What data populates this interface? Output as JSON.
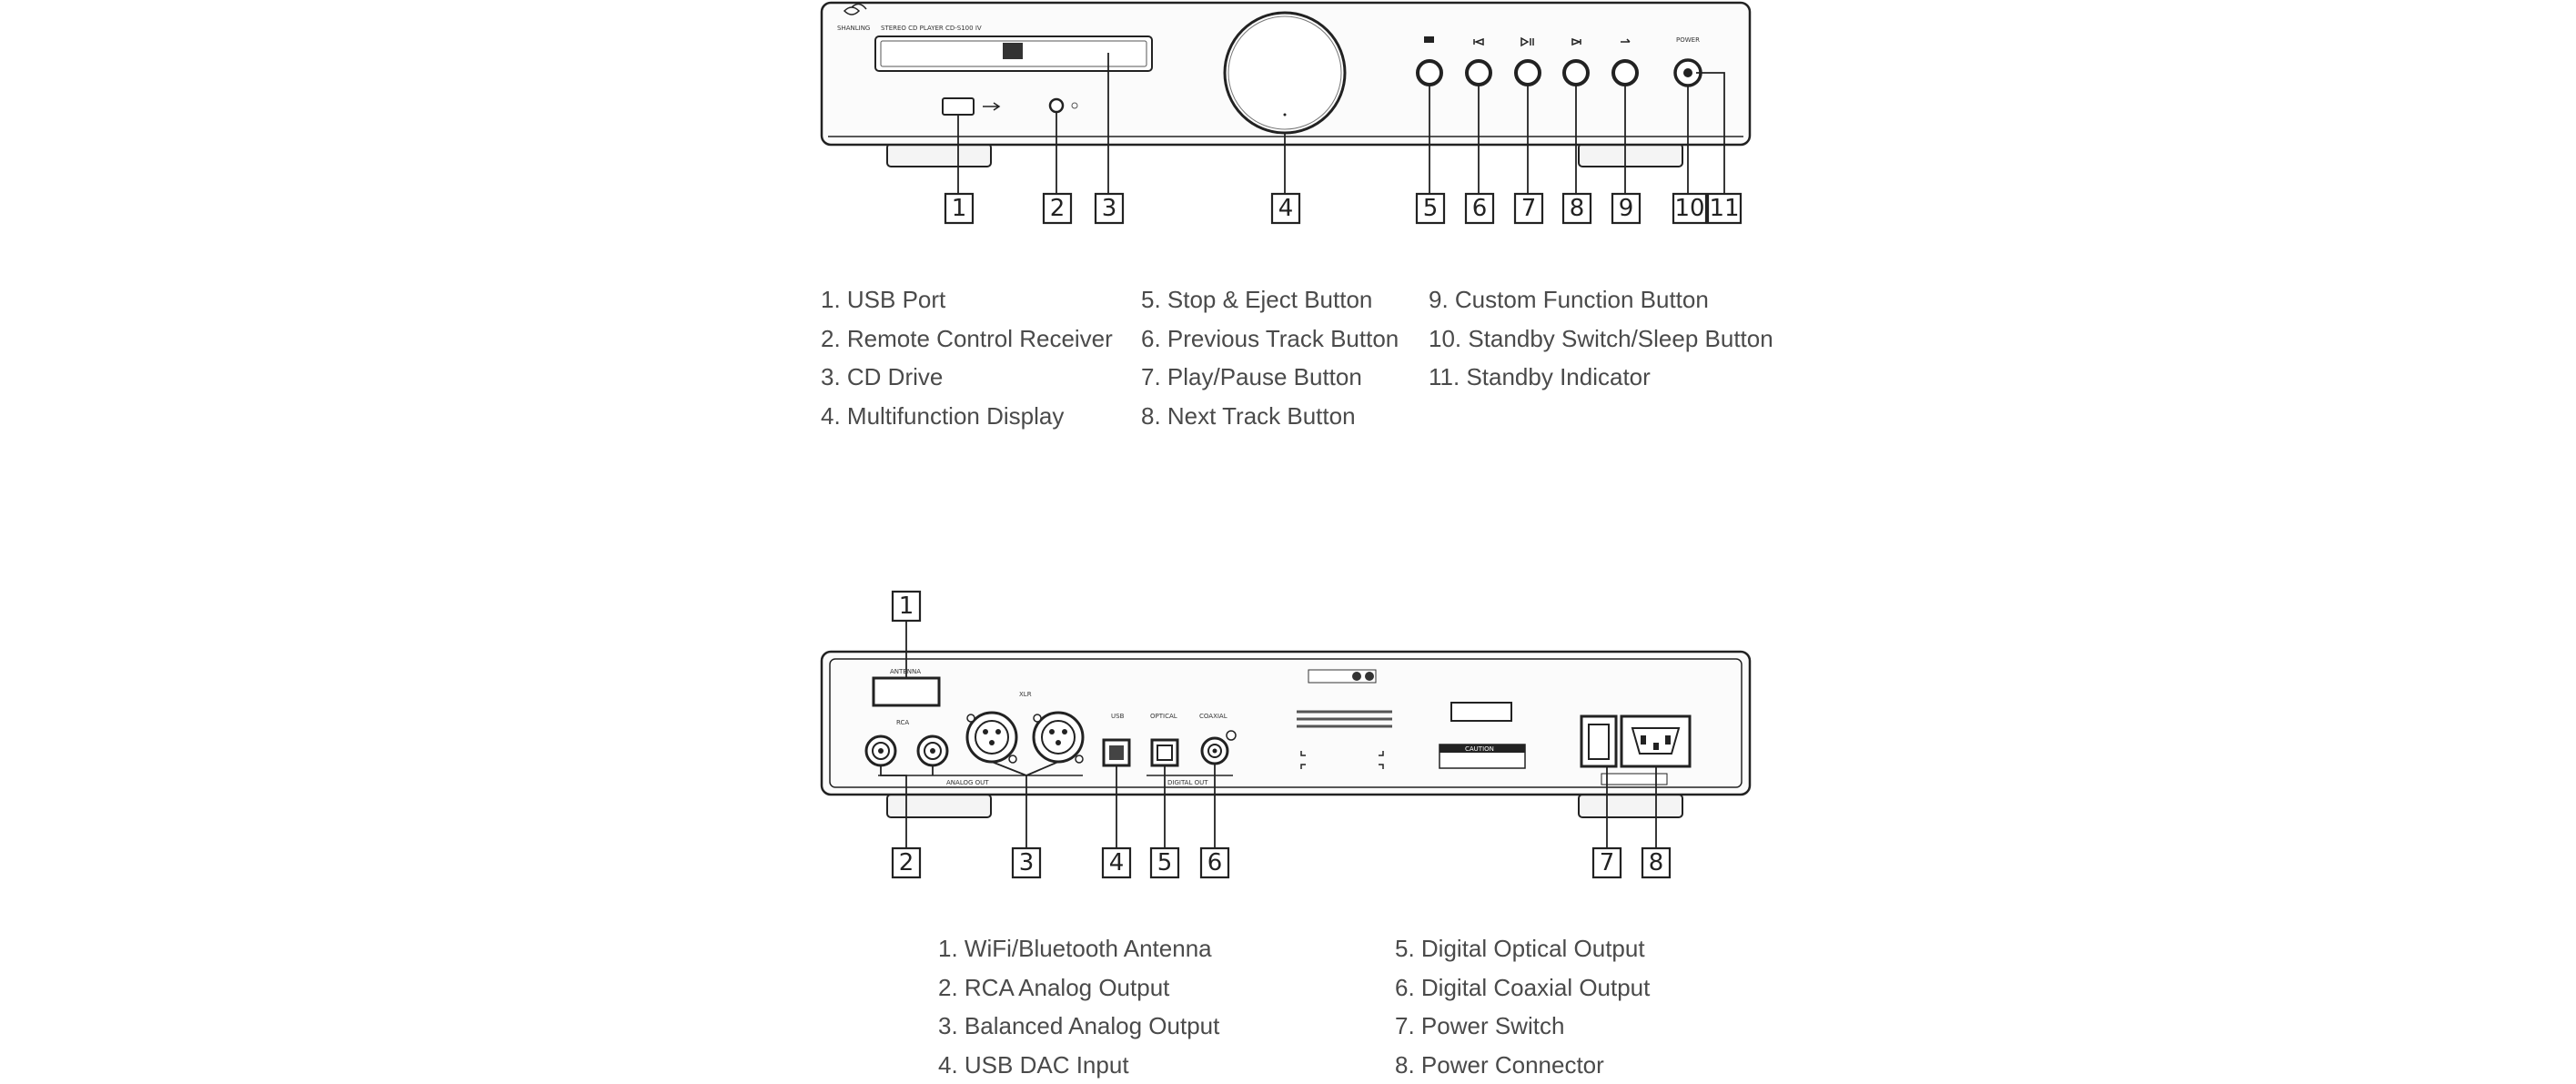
{
  "front": {
    "brand": "SHANLING",
    "model": "STEREO CD PLAYER CD-S100 IV",
    "power_label": "POWER",
    "callouts": [
      "1",
      "2",
      "3",
      "4",
      "5",
      "6",
      "7",
      "8",
      "9",
      "10",
      "11"
    ],
    "legend_col1": [
      "1. USB Port",
      "2. Remote Control Receiver",
      "3. CD Drive",
      "4. Multifunction Display"
    ],
    "legend_col2": [
      "5. Stop & Eject Button",
      "6. Previous Track Button",
      "7. Play/Pause Button",
      "8. Next Track Button"
    ],
    "legend_col3": [
      "9. Custom Function Button",
      "10. Standby Switch/Sleep Button",
      "11. Standby Indicator"
    ]
  },
  "rear": {
    "antenna_label": "ANTENNA",
    "analog_out_label": "ANALOG OUT",
    "rca_label": "RCA",
    "xlr_label": "XLR",
    "usb_label": "USB",
    "optical_label": "OPTICAL",
    "coaxial_label": "COAXIAL",
    "digital_out_label": "DIGITAL OUT",
    "caution_label": "CAUTION",
    "callouts": [
      "1",
      "2",
      "3",
      "4",
      "5",
      "6",
      "7",
      "8"
    ],
    "legend_col1": [
      "1. WiFi/Bluetooth Antenna",
      "2. RCA Analog Output",
      "3. Balanced Analog Output",
      "4. USB DAC Input"
    ],
    "legend_col2": [
      "5. Digital Optical Output",
      "6. Digital Coaxial Output",
      "7. Power Switch",
      "8. Power Connector"
    ]
  }
}
